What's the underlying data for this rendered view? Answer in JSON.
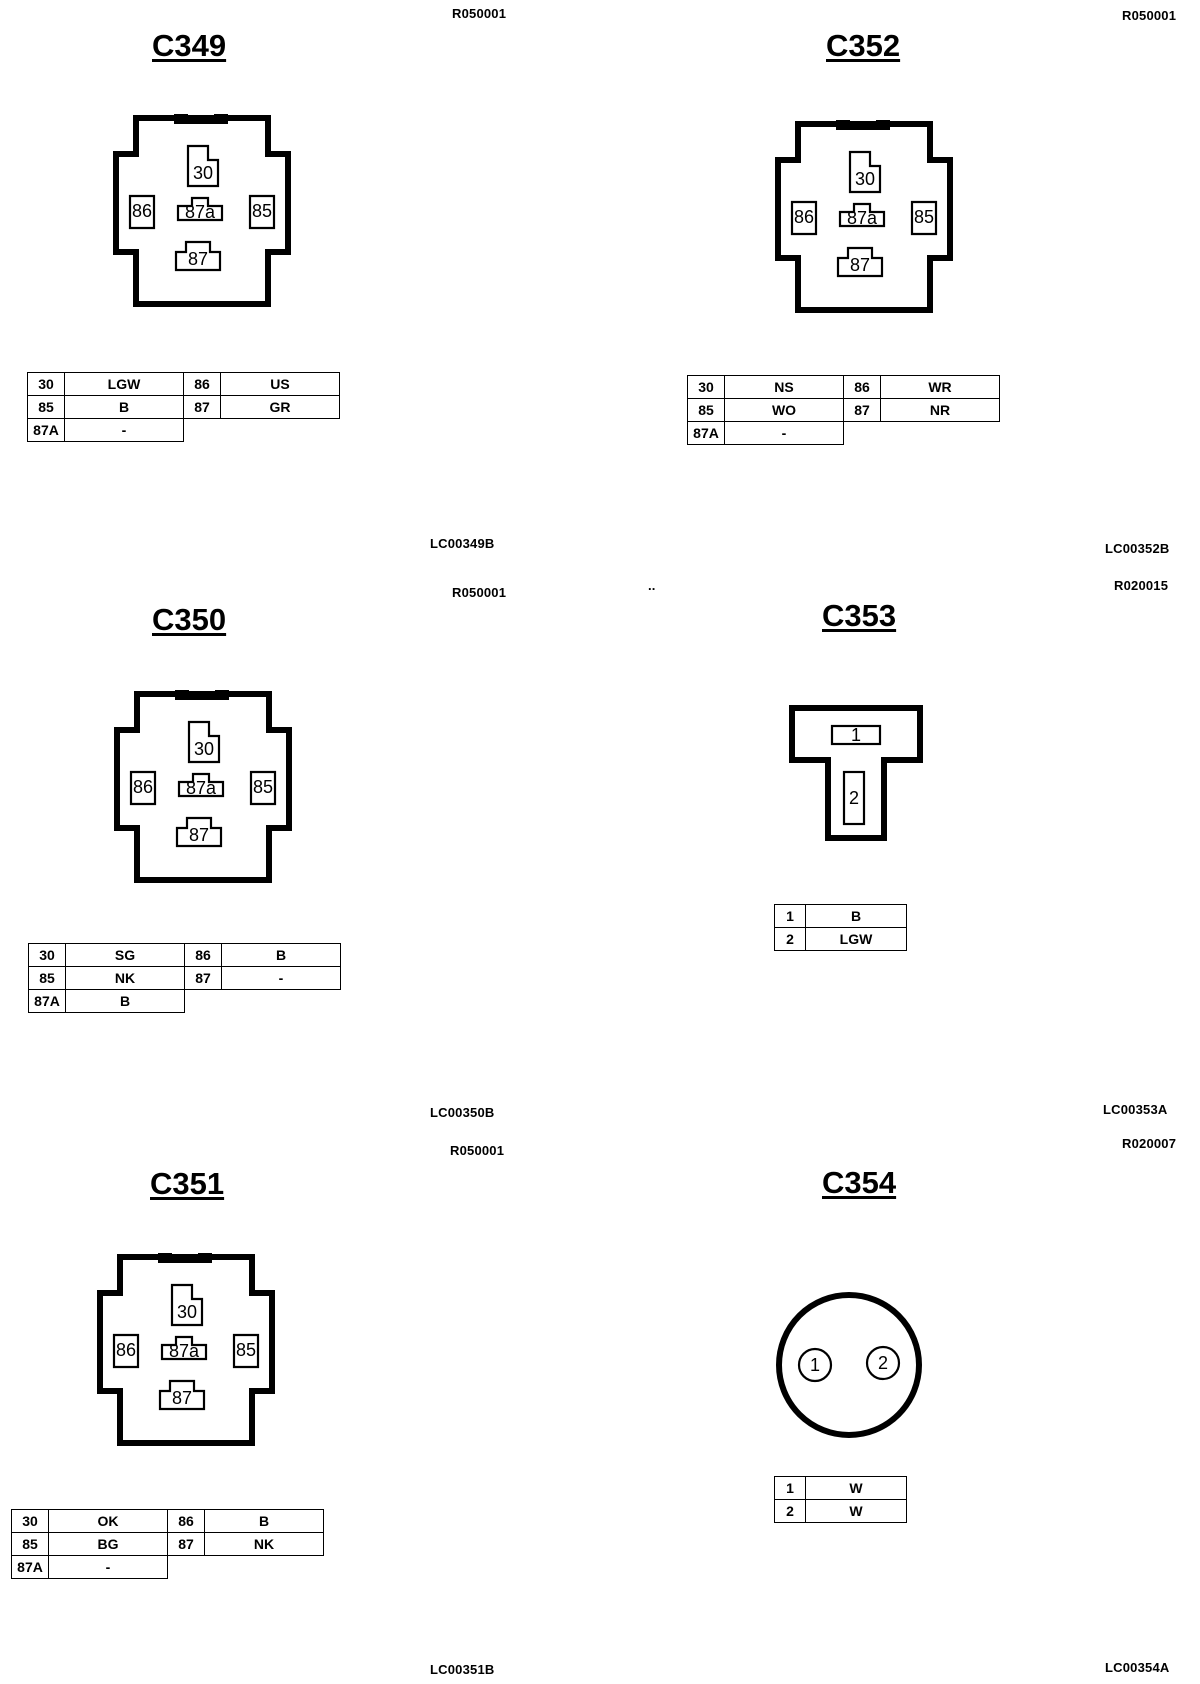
{
  "stray_mark": "..",
  "connectors": [
    {
      "id": "c349",
      "title": "C349",
      "ref_code": "R050001",
      "figure_code": "LC00349B",
      "pin_labels": [
        "30",
        "86",
        "87a",
        "85",
        "87"
      ],
      "rows": [
        {
          "pin_a": "30",
          "wire_a": "LGW",
          "pin_b": "86",
          "wire_b": "US"
        },
        {
          "pin_a": "85",
          "wire_a": "B",
          "pin_b": "87",
          "wire_b": "GR"
        },
        {
          "pin_a": "87A",
          "wire_a": "-"
        }
      ]
    },
    {
      "id": "c352",
      "title": "C352",
      "ref_code": "R050001",
      "figure_code": "LC00352B",
      "pin_labels": [
        "30",
        "86",
        "87a",
        "85",
        "87"
      ],
      "rows": [
        {
          "pin_a": "30",
          "wire_a": "NS",
          "pin_b": "86",
          "wire_b": "WR"
        },
        {
          "pin_a": "85",
          "wire_a": "WO",
          "pin_b": "87",
          "wire_b": "NR"
        },
        {
          "pin_a": "87A",
          "wire_a": "-"
        }
      ]
    },
    {
      "id": "c350",
      "title": "C350",
      "ref_code": "R050001",
      "figure_code": "LC00350B",
      "pin_labels": [
        "30",
        "86",
        "87a",
        "85",
        "87"
      ],
      "rows": [
        {
          "pin_a": "30",
          "wire_a": "SG",
          "pin_b": "86",
          "wire_b": "B"
        },
        {
          "pin_a": "85",
          "wire_a": "NK",
          "pin_b": "87",
          "wire_b": "-"
        },
        {
          "pin_a": "87A",
          "wire_a": "B"
        }
      ]
    },
    {
      "id": "c353",
      "title": "C353",
      "ref_code": "R020015",
      "figure_code": "LC00353A",
      "pin_labels": [
        "1",
        "2"
      ],
      "rows": [
        {
          "pin_a": "1",
          "wire_a": "B"
        },
        {
          "pin_a": "2",
          "wire_a": "LGW"
        }
      ]
    },
    {
      "id": "c351",
      "title": "C351",
      "ref_code": "R050001",
      "figure_code": "LC00351B",
      "pin_labels": [
        "30",
        "86",
        "87a",
        "85",
        "87"
      ],
      "rows": [
        {
          "pin_a": "30",
          "wire_a": "OK",
          "pin_b": "86",
          "wire_b": "B"
        },
        {
          "pin_a": "85",
          "wire_a": "BG",
          "pin_b": "87",
          "wire_b": "NK"
        },
        {
          "pin_a": "87A",
          "wire_a": "-"
        }
      ]
    },
    {
      "id": "c354",
      "title": "C354",
      "ref_code": "R020007",
      "figure_code": "LC00354A",
      "pin_labels": [
        "1",
        "2"
      ],
      "rows": [
        {
          "pin_a": "1",
          "wire_a": "W"
        },
        {
          "pin_a": "2",
          "wire_a": "W"
        }
      ]
    }
  ]
}
